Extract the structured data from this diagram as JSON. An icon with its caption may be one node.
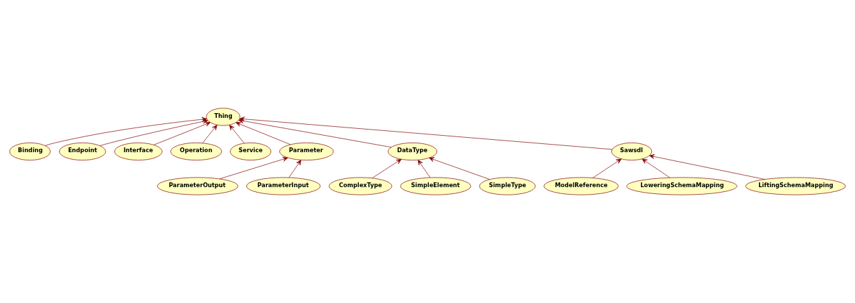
{
  "diagram": {
    "nodes": [
      {
        "text": [
          "Thing"
        ]
      },
      {
        "text": [
          "Binding"
        ]
      },
      {
        "text": [
          "Endpoint"
        ]
      },
      {
        "text": [
          "Interface"
        ]
      },
      {
        "text": [
          "Operation"
        ]
      },
      {
        "text": [
          "Service"
        ]
      },
      {
        "text": [
          "Parameter"
        ]
      },
      {
        "text": [
          "ParameterOutput"
        ]
      },
      {
        "text": [
          "ParameterInput"
        ]
      },
      {
        "text": [
          "DataType"
        ]
      },
      {
        "text": [
          "ComplexType"
        ]
      },
      {
        "text": [
          "SimpleElement"
        ]
      },
      {
        "text": [
          "SimpleType"
        ]
      },
      {
        "text": [
          "Sawsdl"
        ]
      },
      {
        "text": [
          "ModelReference"
        ]
      },
      {
        "text": [
          "LoweringSchemaMapping"
        ]
      },
      {
        "text": [
          "LiftingSchemaMapping"
        ]
      }
    ],
    "edges": [
      {
        "from": 1,
        "to": 0,
        "arrow": "to"
      },
      {
        "from": 2,
        "to": 0,
        "arrow": "to"
      },
      {
        "from": 3,
        "to": 0,
        "arrow": "to"
      },
      {
        "from": 6,
        "to": 0,
        "arrow": "to"
      },
      {
        "from": 9,
        "to": 0,
        "arrow": "to"
      },
      {
        "from": 13,
        "to": 0,
        "arrow": "to"
      },
      {
        "from": 5,
        "to": 0,
        "arrow": "to"
      },
      {
        "from": 4,
        "to": 0,
        "arrow": "to"
      },
      {
        "from": 7,
        "to": 6,
        "arrow": "to"
      },
      {
        "from": 8,
        "to": 6,
        "arrow": "to"
      },
      {
        "from": 10,
        "to": 9,
        "arrow": "to"
      },
      {
        "from": 11,
        "to": 9,
        "arrow": "to"
      },
      {
        "from": 12,
        "to": 9,
        "arrow": "to"
      },
      {
        "from": 14,
        "to": 13,
        "arrow": "to"
      },
      {
        "from": 15,
        "to": 13,
        "arrow": "to"
      },
      {
        "from": 16,
        "to": 13,
        "arrow": "to"
      }
    ]
  }
}
